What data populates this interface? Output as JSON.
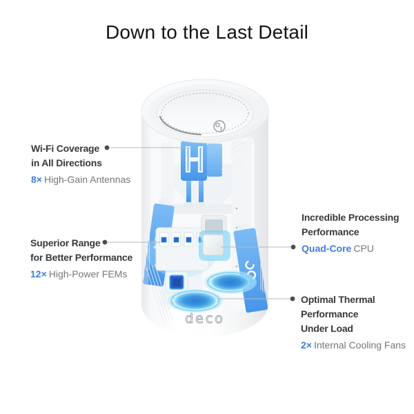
{
  "title": "Down to the Last Detail",
  "colors": {
    "accent_blue": "#3d7edb",
    "heading_text": "#36393c",
    "subtext_gray": "#73787b",
    "title_text": "#131313",
    "callout_line": "#b7babc",
    "callout_dot": "#4a4e51",
    "component_blue": "#57a3ee",
    "glow_cyan": "#7fd4f8",
    "fan_blue": "#2c7ed2"
  },
  "callouts": {
    "antennas": {
      "heading1": "Wi-Fi Coverage",
      "heading2": "in All Directions",
      "count": "8×",
      "spec": "High-Gain Antennas"
    },
    "fems": {
      "heading1": "Superior Range",
      "heading2": "for Better Performance",
      "count": "12×",
      "spec": "High-Power FEMs"
    },
    "cpu": {
      "heading1": "Incredible Processing",
      "heading2": "Performance",
      "count": "Quad-Core",
      "spec": "CPU"
    },
    "fans": {
      "heading1": "Optimal Thermal",
      "heading2": "Performance",
      "heading3": "Under Load",
      "count": "2×",
      "spec": "Internal Cooling Fans"
    }
  },
  "device": {
    "front_logo": "deco"
  }
}
